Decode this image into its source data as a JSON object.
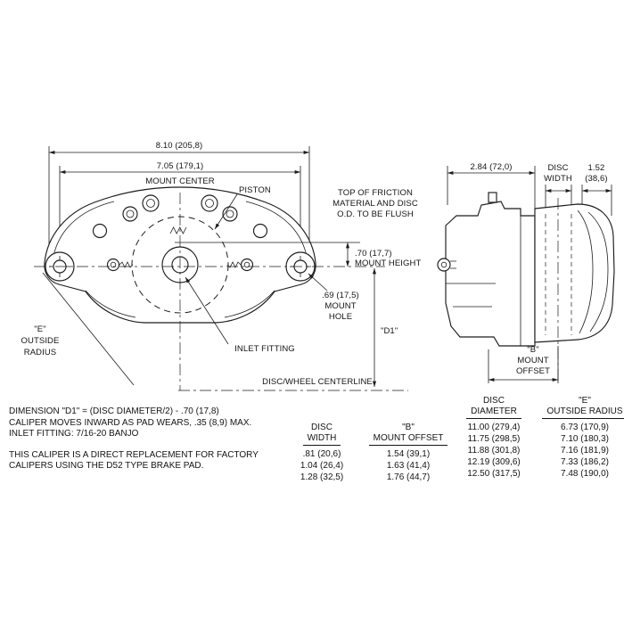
{
  "front_view": {
    "dim_width_overall": "8.10 (205,8)",
    "dim_mount_center": "7.05 (179,1)",
    "mount_center_label": "MOUNT CENTER",
    "piston_label": "PISTON",
    "friction_note": [
      "TOP OF FRICTION",
      "MATERIAL AND DISC",
      "O.D. TO BE FLUSH"
    ],
    "mount_height_value": ".70 (17,7)",
    "mount_height_label": "MOUNT HEIGHT",
    "mount_hole": [
      ".69 (17,5)",
      "MOUNT",
      "HOLE"
    ],
    "d1_label": "\"D1\"",
    "outside_radius": [
      "\"E\"",
      "OUTSIDE",
      "RADIUS"
    ],
    "inlet_fitting_label": "INLET FITTING",
    "centerline_label": "DISC/WHEEL CENTERLINE"
  },
  "side_view": {
    "dim_body_width": "2.84 (72,0)",
    "disc_width_label": [
      "DISC",
      "WIDTH"
    ],
    "dim_outboard": [
      "1.52",
      "(38,6)"
    ],
    "mount_offset_label": [
      "\"B\"",
      "MOUNT",
      "OFFSET"
    ]
  },
  "notes_primary": [
    "DIMENSION \"D1\" = (DISC DIAMETER/2) - .70 (17,8)",
    "CALIPER MOVES INWARD AS PAD WEARS, .35 (8,9) MAX.",
    "INLET FITTING: 7/16-20 BANJO"
  ],
  "notes_secondary": [
    "THIS CALIPER IS A DIRECT REPLACEMENT FOR FACTORY",
    "CALIPERS USING THE D52 TYPE BRAKE PAD."
  ],
  "width_offset_table": {
    "col1_header": [
      "DISC",
      "WIDTH"
    ],
    "col2_header": [
      "\"B\"",
      "MOUNT OFFSET"
    ],
    "rows": [
      {
        "width": ".81 (20,6)",
        "offset": "1.54 (39,1)"
      },
      {
        "width": "1.04 (26,4)",
        "offset": "1.63 (41,4)"
      },
      {
        "width": "1.28 (32,5)",
        "offset": "1.76 (44,7)"
      }
    ]
  },
  "diameter_radius_table": {
    "col1_header": [
      "DISC",
      "DIAMETER"
    ],
    "col2_header": [
      "\"E\"",
      "OUTSIDE RADIUS"
    ],
    "rows": [
      {
        "diameter": "11.00 (279,4)",
        "radius": "6.73 (170,9)"
      },
      {
        "diameter": "11.75 (298,5)",
        "radius": "7.10 (180,3)"
      },
      {
        "diameter": "11.88 (301,8)",
        "radius": "7.16 (181,9)"
      },
      {
        "diameter": "12.19 (309,6)",
        "radius": "7.33 (186,2)"
      },
      {
        "diameter": "12.50 (317,5)",
        "radius": "7.48 (190,0)"
      }
    ]
  },
  "colors": {
    "line": "#1c1c1c",
    "background": "#ffffff"
  }
}
